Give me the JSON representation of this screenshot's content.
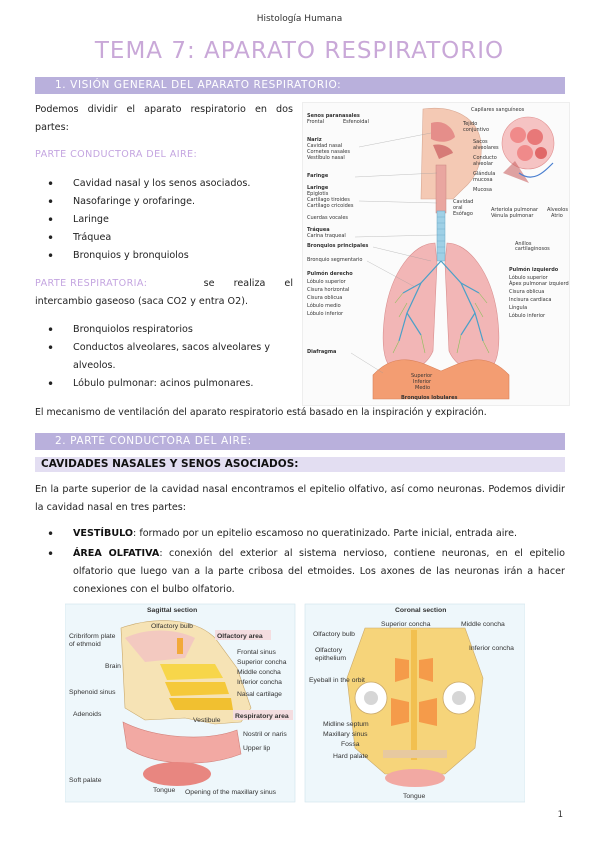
{
  "header": {
    "running_title": "Histología Humana"
  },
  "title": "TEMA 7: APARATO RESPIRATORIO",
  "section1": {
    "heading": "1.  VISIÓN GENERAL DEL APARATO RESPIRATORIO:",
    "intro_line1": "Podemos dividir el aparato respiratorio en dos",
    "intro_line2": "partes:",
    "conductora_label": "PARTE CONDUCTORA DEL AIRE:",
    "conductora_items": [
      "Cavidad nasal y los senos asociados.",
      "Nasofaringe y orofaringe.",
      "Laringe",
      "Tráquea",
      "Bronquios y bronquiolos"
    ],
    "respiratoria_label": "PARTE RESPIRATORIA:",
    "respiratoria_text1": "se realiza el",
    "respiratoria_text2": "intercambio gaseoso (saca CO2 y entra O2).",
    "respiratoria_items": [
      "Bronquiolos respiratorios",
      "Conductos alveolares, sacos alveolares y alveolos.",
      "Lóbulo pulmonar: acinos pulmonares."
    ],
    "mechanism": "El mecanismo de ventilación del aparato respiratorio está basado en la inspiración y expiración."
  },
  "lung_figure": {
    "labels_left": [
      "Senos paranasales",
      "Frontal",
      "Esfenoidal",
      "Nariz",
      "Cavidad nasal",
      "Cornetes nasales",
      "Vestíbulo nasal",
      "Faringe",
      "Laringe",
      "Epiglotis",
      "Cartílago tiroides",
      "Cartílago cricoides",
      "Cuerdas vocales",
      "Tráquea",
      "Carina traqueal",
      "Bronquios principales",
      "Bronquio segmentario",
      "Pulmón derecho",
      "Lóbulo superior",
      "Cisura horizontal",
      "Cisura oblicua",
      "Lóbulo medio",
      "Lóbulo inferior",
      "Diafragma"
    ],
    "labels_right": [
      "Capilares sanguíneos",
      "Tejido conjuntivo",
      "Sacos alveolares",
      "Conducto alveolar",
      "Glándula mucosa",
      "Mucosa",
      "Cavidad oral",
      "Esófago",
      "Arteriola pulmonar",
      "Vénula pulmonar",
      "Alveolos",
      "Atrio",
      "Anillos cartilaginosos",
      "Pulmón izquierdo",
      "Lóbulo superior",
      "Ápex pulmonar izquierdo",
      "Cisura oblicua",
      "Incisura cardiaca",
      "Língula",
      "Lóbulo inferior"
    ],
    "labels_bottom": [
      "Superior",
      "Inferior",
      "Medio",
      "Bronquios lobulares"
    ]
  },
  "section2": {
    "heading": "2.  PARTE CONDUCTORA DEL AIRE:",
    "subheading": "CAVIDADES NASALES Y SENOS ASOCIADOS:",
    "para1": "En la parte superior de la cavidad nasal encontramos el epitelio olfativo, así como neuronas. Podemos dividir la cavidad nasal en tres partes:",
    "items": [
      {
        "term": "VESTÍBULO",
        "text": ": formado por un epitelio escamoso no queratinizado. Parte inicial, entrada aire."
      },
      {
        "term": "ÁREA OLFATIVA",
        "text": ": conexión del exterior al sistema nervioso, contiene neuronas, en el epitelio olfatorio que luego van a la parte cribosa del etmoides. Los axones de las neuronas irán a hacer conexiones con el bulbo olfatorio."
      }
    ]
  },
  "nasal_figure": {
    "sagittal_title": "Sagittal section",
    "coronal_title": "Coronal section",
    "sagittal_labels": [
      "Olfactory bulb",
      "Cribriform plate of ethmoid",
      "Brain",
      "Sphenoid sinus",
      "Adenoids",
      "Soft palate",
      "Tongue",
      "Frontal sinus",
      "Superior concha",
      "Middle concha",
      "Inferior concha",
      "Nasal cartilage",
      "Vestibule",
      "Nostril or naris",
      "Upper lip",
      "Opening of the maxillary sinus"
    ],
    "olfactory_area": "Olfactory area",
    "respiratory_area": "Respiratory area",
    "coronal_labels": [
      "Superior concha",
      "Middle concha",
      "Olfactory bulb",
      "Olfactory epithelium",
      "Inferior concha",
      "Eyeball in the orbit",
      "Midline septum",
      "Maxillary sinus",
      "Fossa",
      "Hard palate",
      "Tongue"
    ]
  },
  "footer": {
    "page_number": "1"
  },
  "colors": {
    "bar": "#b9b0dc",
    "bar_light": "#e3def2",
    "accent_violet": "#c4a5e0"
  }
}
